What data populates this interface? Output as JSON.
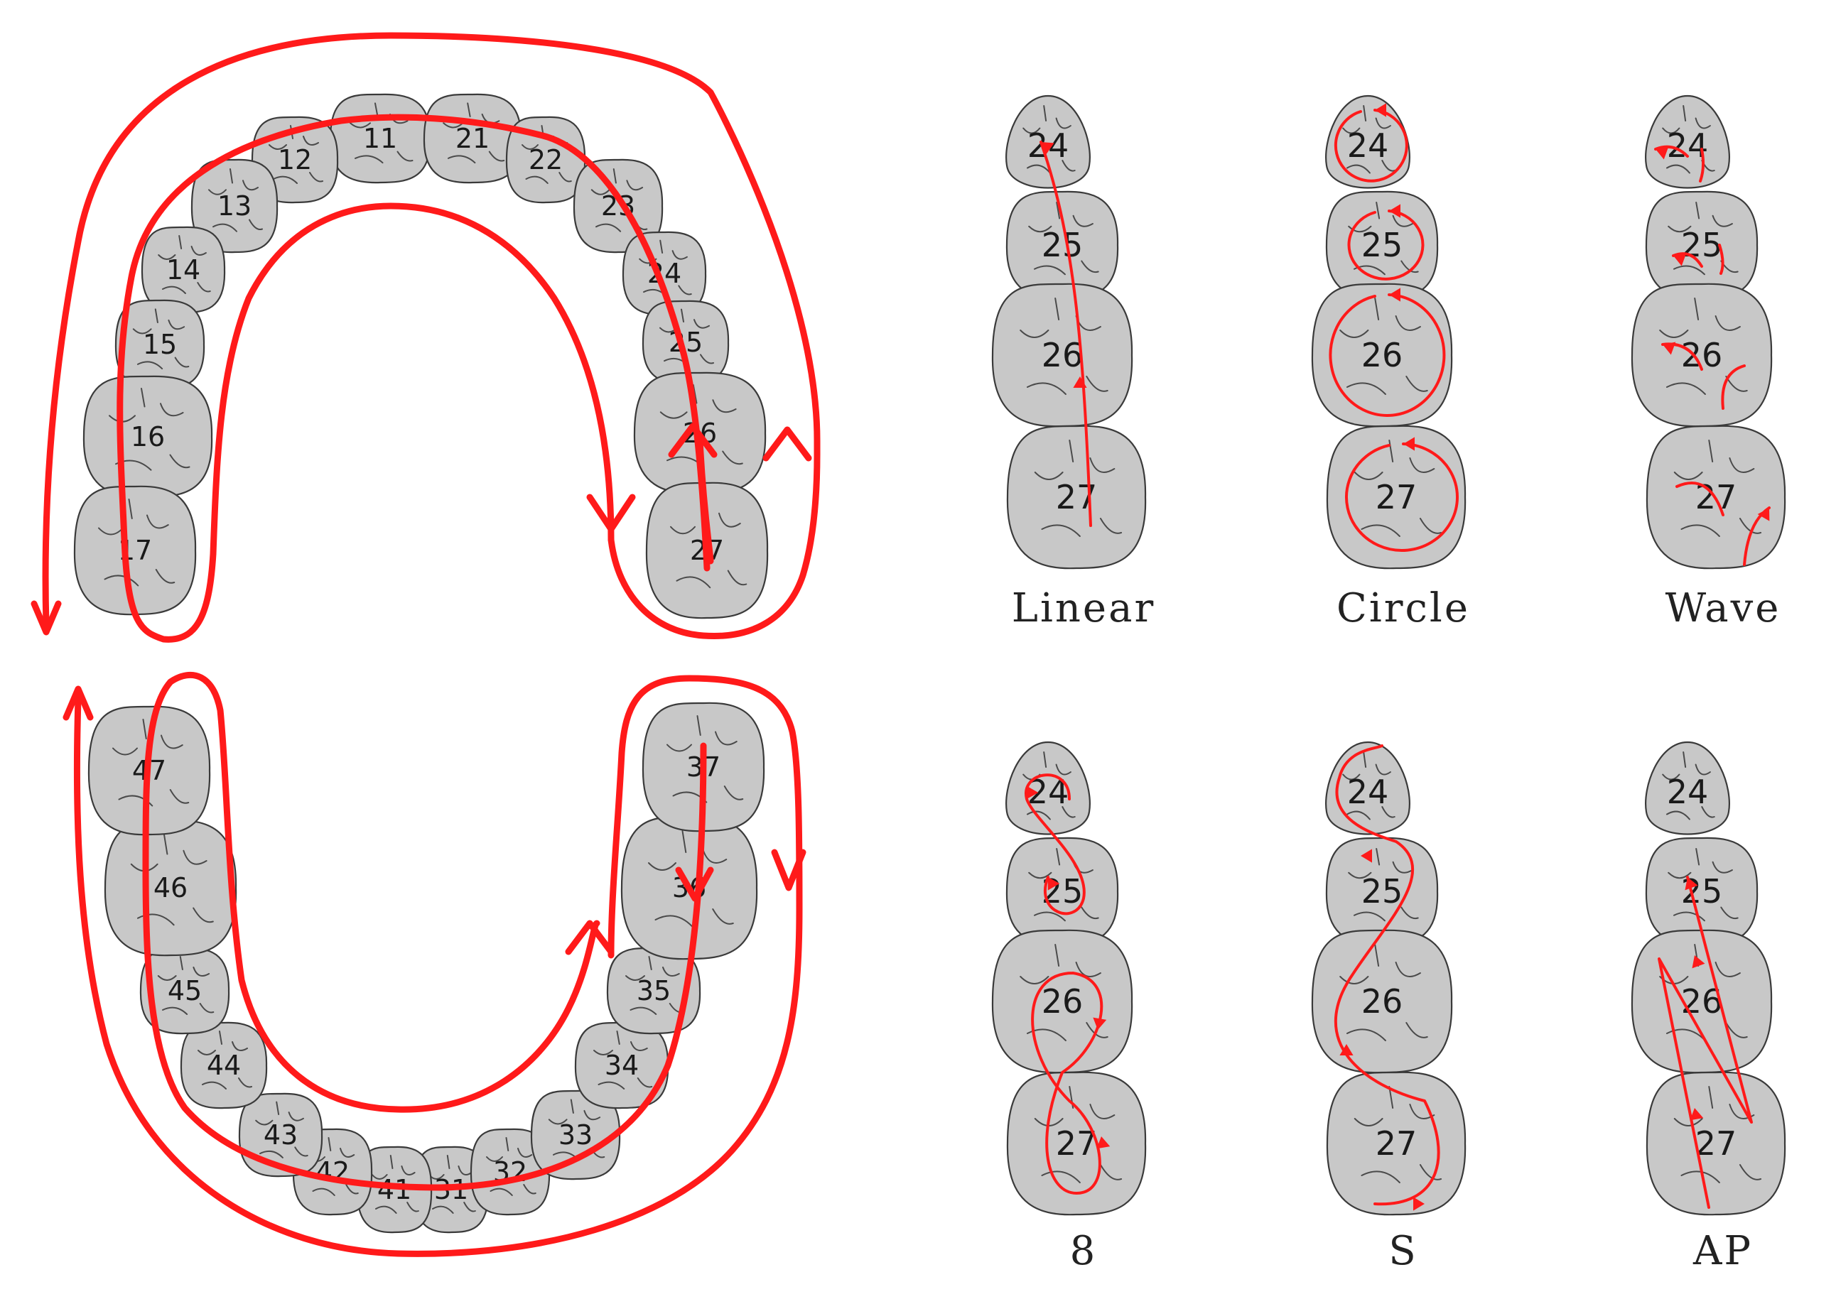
{
  "arch": {
    "upper_teeth": [
      "11",
      "12",
      "13",
      "14",
      "15",
      "16",
      "17",
      "21",
      "22",
      "23",
      "24",
      "25",
      "26",
      "27"
    ],
    "lower_teeth": [
      "31",
      "32",
      "33",
      "34",
      "35",
      "36",
      "37",
      "41",
      "42",
      "43",
      "44",
      "45",
      "46",
      "47"
    ]
  },
  "techniques": [
    {
      "id": "linear",
      "caption": "Linear",
      "teeth": [
        "24",
        "25",
        "26",
        "27"
      ]
    },
    {
      "id": "circle",
      "caption": "Circle",
      "teeth": [
        "24",
        "25",
        "26",
        "27"
      ]
    },
    {
      "id": "wave",
      "caption": "Wave",
      "teeth": [
        "24",
        "25",
        "26",
        "27"
      ]
    },
    {
      "id": "eight",
      "caption": "8",
      "teeth": [
        "24",
        "25",
        "26",
        "27"
      ]
    },
    {
      "id": "s",
      "caption": "S",
      "teeth": [
        "24",
        "25",
        "26",
        "27"
      ]
    },
    {
      "id": "ap",
      "caption": "AP",
      "teeth": [
        "24",
        "25",
        "26",
        "27"
      ]
    }
  ],
  "colors": {
    "route": "#ff1a1a",
    "tooth_fill": "#c8c8c8",
    "tooth_outline": "#3a3a3a"
  }
}
